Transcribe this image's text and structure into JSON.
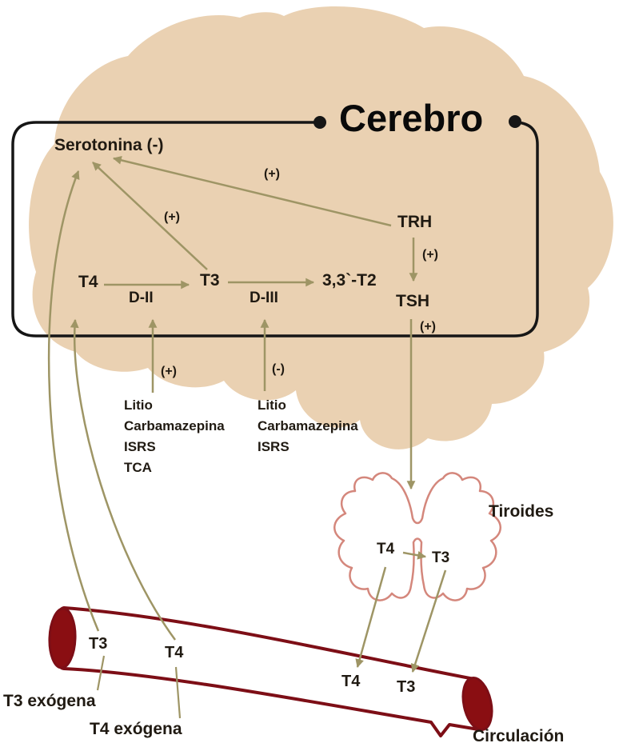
{
  "diagram": {
    "title": "Cerebro",
    "labels": {
      "serotonina": "Serotonina (-)",
      "trh": "TRH",
      "t4_brain": "T4",
      "d2": "D-II",
      "t3_brain": "T3",
      "d3": "D-III",
      "t2": "3,3`-T2",
      "tsh": "TSH",
      "plus_trh_serotonina": "(+)",
      "plus_t3_serotonina": "(+)",
      "plus_trh_tsh": "(+)",
      "plus_tsh_thyroid": "(+)",
      "plus_drugs_d2": "(+)",
      "minus_drugs_d3": "(-)",
      "tiroides": "Tiroides",
      "t4_thyroid": "T4",
      "t3_thyroid": "T3",
      "t3_vessel_left": "T3",
      "t4_vessel_left": "T4",
      "t4_vessel_right": "T4",
      "t3_vessel_right": "T3",
      "t3_exogena": "T3 exógena",
      "t4_exogena": "T4 exógena",
      "circulacion": "Circulación"
    },
    "drug_list_d2": [
      "Litio",
      "Carbamazepina",
      "ISRS",
      "TCA"
    ],
    "drug_list_d3": [
      "Litio",
      "Carbamazepina",
      "ISRS"
    ],
    "colors": {
      "brain_fill": "#ead1b2",
      "arrow": "#9e9565",
      "loop_box": "#161616",
      "vessel_stroke": "#7d0e16",
      "vessel_end_fill": "#8a0e12",
      "thyroid_outline": "#d4877c",
      "text": "#201a12"
    }
  }
}
